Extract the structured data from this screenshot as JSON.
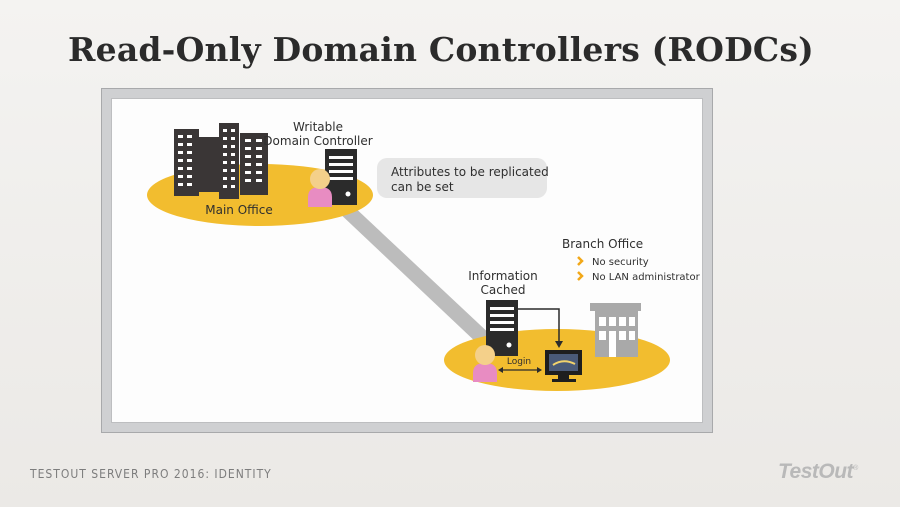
{
  "slide": {
    "title": "Read-Only Domain Controllers (RODCs)",
    "footer": "TESTOUT SERVER PRO 2016: IDENTITY",
    "logo": "TestOut",
    "logo_mark": "®"
  },
  "diagram": {
    "main_site": {
      "label": "Main Office",
      "server_label_line1": "Writable",
      "server_label_line2": "Domain Controller",
      "callout_line1": "Attributes to be replicated",
      "callout_line2": "can be set"
    },
    "branch_site": {
      "title": "Branch Office",
      "bullets": [
        "No security",
        "No LAN administrator"
      ],
      "server_label_line1": "Information",
      "server_label_line2": "Cached",
      "login_label": "Login"
    },
    "colors": {
      "site_fill": "#f2bd2f",
      "link": "#bcbcbc",
      "building_dark": "#3a3636",
      "building_light": "#a9a9a9",
      "person": "#e88cc2",
      "bullet": "#f2a818",
      "callout": "#e6e6e6"
    }
  }
}
